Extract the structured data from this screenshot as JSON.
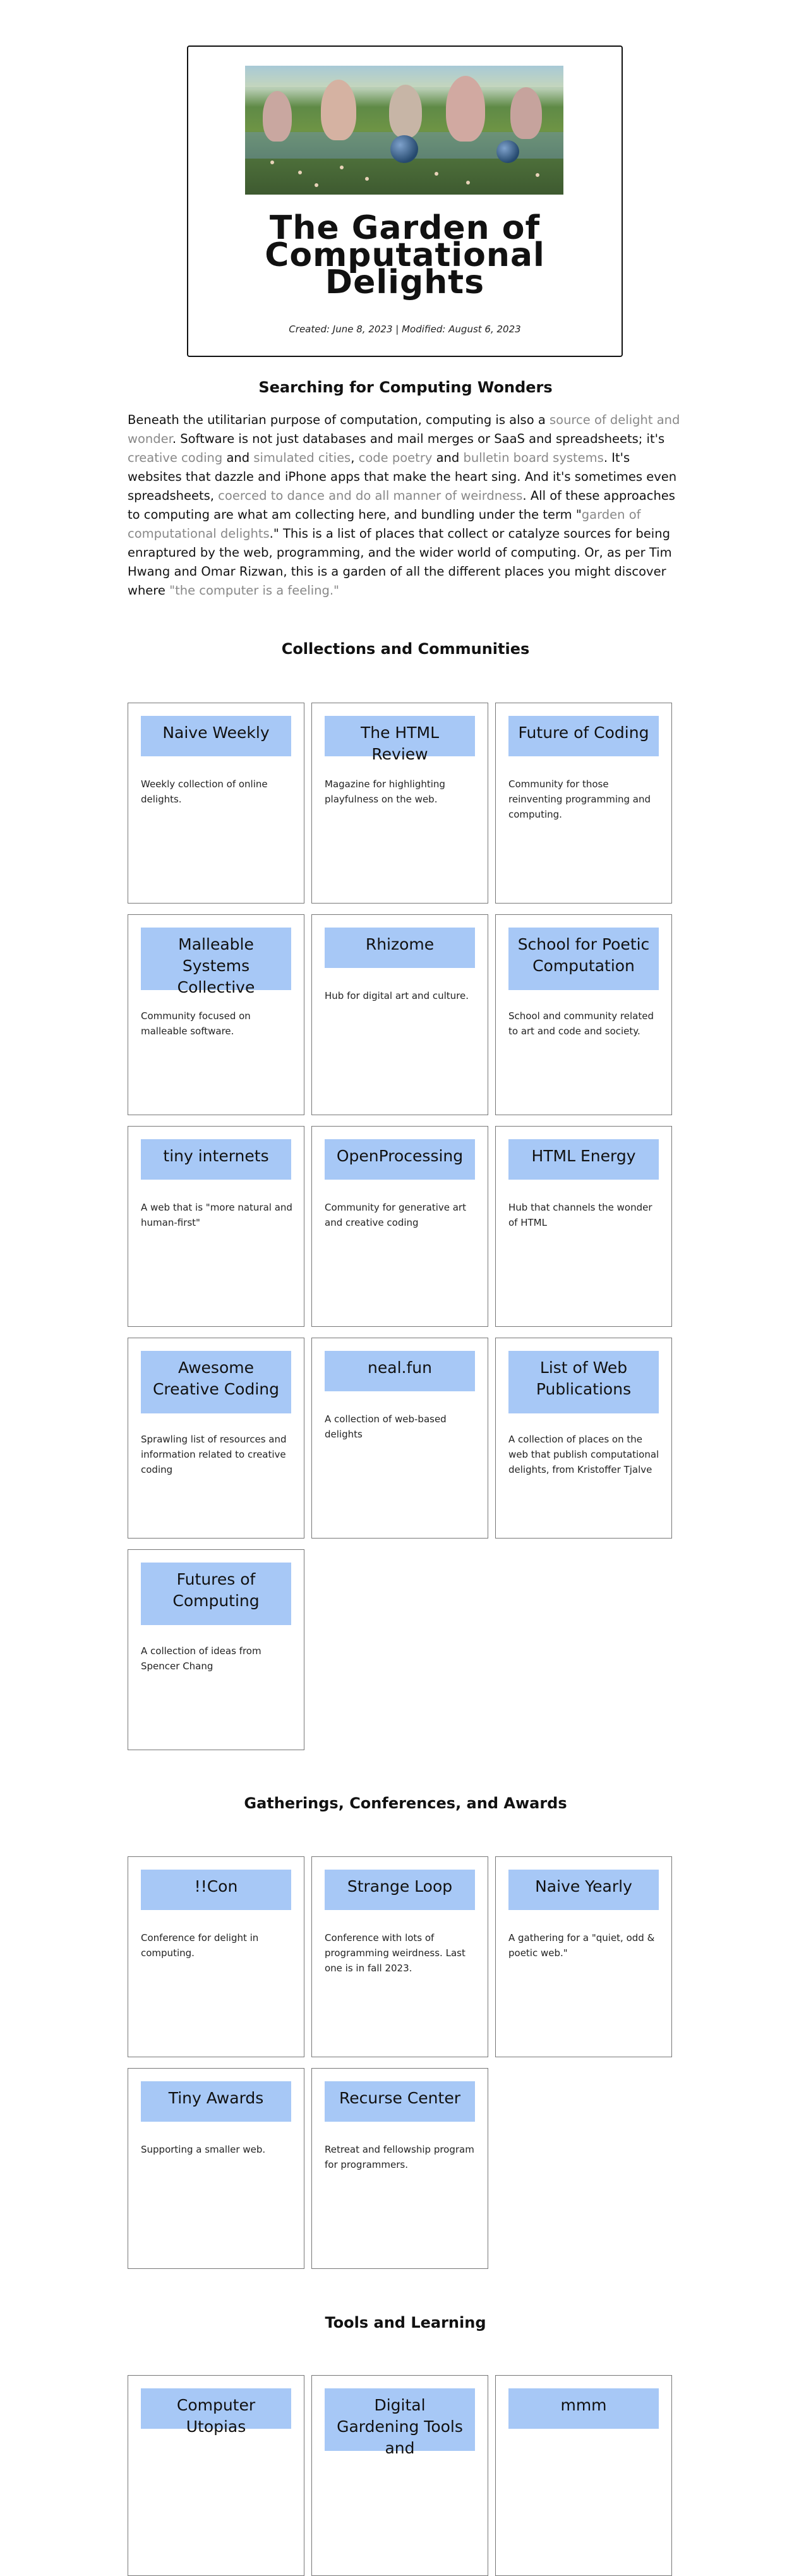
{
  "header": {
    "hero_alt": "The Garden of Earthly Delights painting",
    "title_lines": [
      "The Garden of",
      "Computational",
      "Delights"
    ],
    "dates": "Created: June 8, 2023 | Modified: August 6, 2023"
  },
  "intro_section": {
    "heading": "Searching for Computing Wonders",
    "p1": "Beneath the utilitarian purpose of computation, computing is also a ",
    "l1": "source of delight and wonder",
    "p2": ". Software is not just databases and mail merges or SaaS and spreadsheets; it's ",
    "l2": "creative coding",
    "p3": " and ",
    "l3": "simulated cities",
    "p4": ", ",
    "l4": "code poetry",
    "p5": " and ",
    "l5": "bulletin board systems",
    "p6": ". It's websites that dazzle and iPhone apps that make the heart sing. And it's sometimes even spreadsheets, ",
    "l6": "coerced to dance and do all manner of weirdness",
    "p7": ". All of these approaches to computing are what am collecting here, and bundling under the term \"",
    "l7": "garden of computational delights",
    "p8": ".\" This is a list of places that collect or catalyze sources for being enraptured by the web, programming, and the wider world of computing. Or, as per Tim Hwang and Omar Rizwan, this is a garden of all the different places you might discover where ",
    "l8": "\"the computer is a feeling.\""
  },
  "collections": {
    "heading": "Collections and Communities",
    "cards": [
      {
        "title": "Naive Weekly",
        "desc": "Weekly collection of online delights."
      },
      {
        "title": "The HTML Review",
        "desc": "Magazine for highlighting playfulness on the web."
      },
      {
        "title": "Future of Coding",
        "desc": "Community for those reinventing programming and computing."
      },
      {
        "title": "Malleable Systems Collective",
        "desc": "Community focused on malleable software."
      },
      {
        "title": "Rhizome",
        "desc": "Hub for digital art and culture."
      },
      {
        "title": "School for Poetic Computation",
        "desc": "School and community related to art and code and society."
      },
      {
        "title": "tiny internets",
        "desc": "A web that is \"more natural and human-first\""
      },
      {
        "title": "OpenProcessing",
        "desc": "Community for generative art and creative coding"
      },
      {
        "title": "HTML Energy",
        "desc": "Hub that channels the wonder of HTML"
      },
      {
        "title": "Awesome Creative Coding",
        "desc": "Sprawling list of resources and information related to creative coding"
      },
      {
        "title": "neal.fun",
        "desc": "A collection of web-based delights"
      },
      {
        "title": "List of Web Publications",
        "desc": "A collection of places on the web that publish computational delights, from Kristoffer Tjalve"
      },
      {
        "title": "Futures of Computing",
        "desc": "A collection of ideas from Spencer Chang"
      }
    ]
  },
  "gatherings": {
    "heading": "Gatherings, Conferences, and Awards",
    "cards": [
      {
        "title": "!!Con",
        "desc": "Conference for delight in computing."
      },
      {
        "title": "Strange Loop",
        "desc": "Conference with lots of programming weirdness. Last one is in fall 2023."
      },
      {
        "title": "Naive Yearly",
        "desc": "A gathering for a \"quiet, odd & poetic web.\""
      },
      {
        "title": "Tiny Awards",
        "desc": "Supporting a smaller web."
      },
      {
        "title": "Recurse Center",
        "desc": "Retreat and fellowship program for programmers."
      }
    ]
  },
  "tools": {
    "heading": "Tools and Learning",
    "cards": [
      {
        "title": "Computer Utopias",
        "desc": ""
      },
      {
        "title": "Digital Gardening Tools and",
        "desc": ""
      },
      {
        "title": "mmm",
        "desc": ""
      }
    ]
  }
}
